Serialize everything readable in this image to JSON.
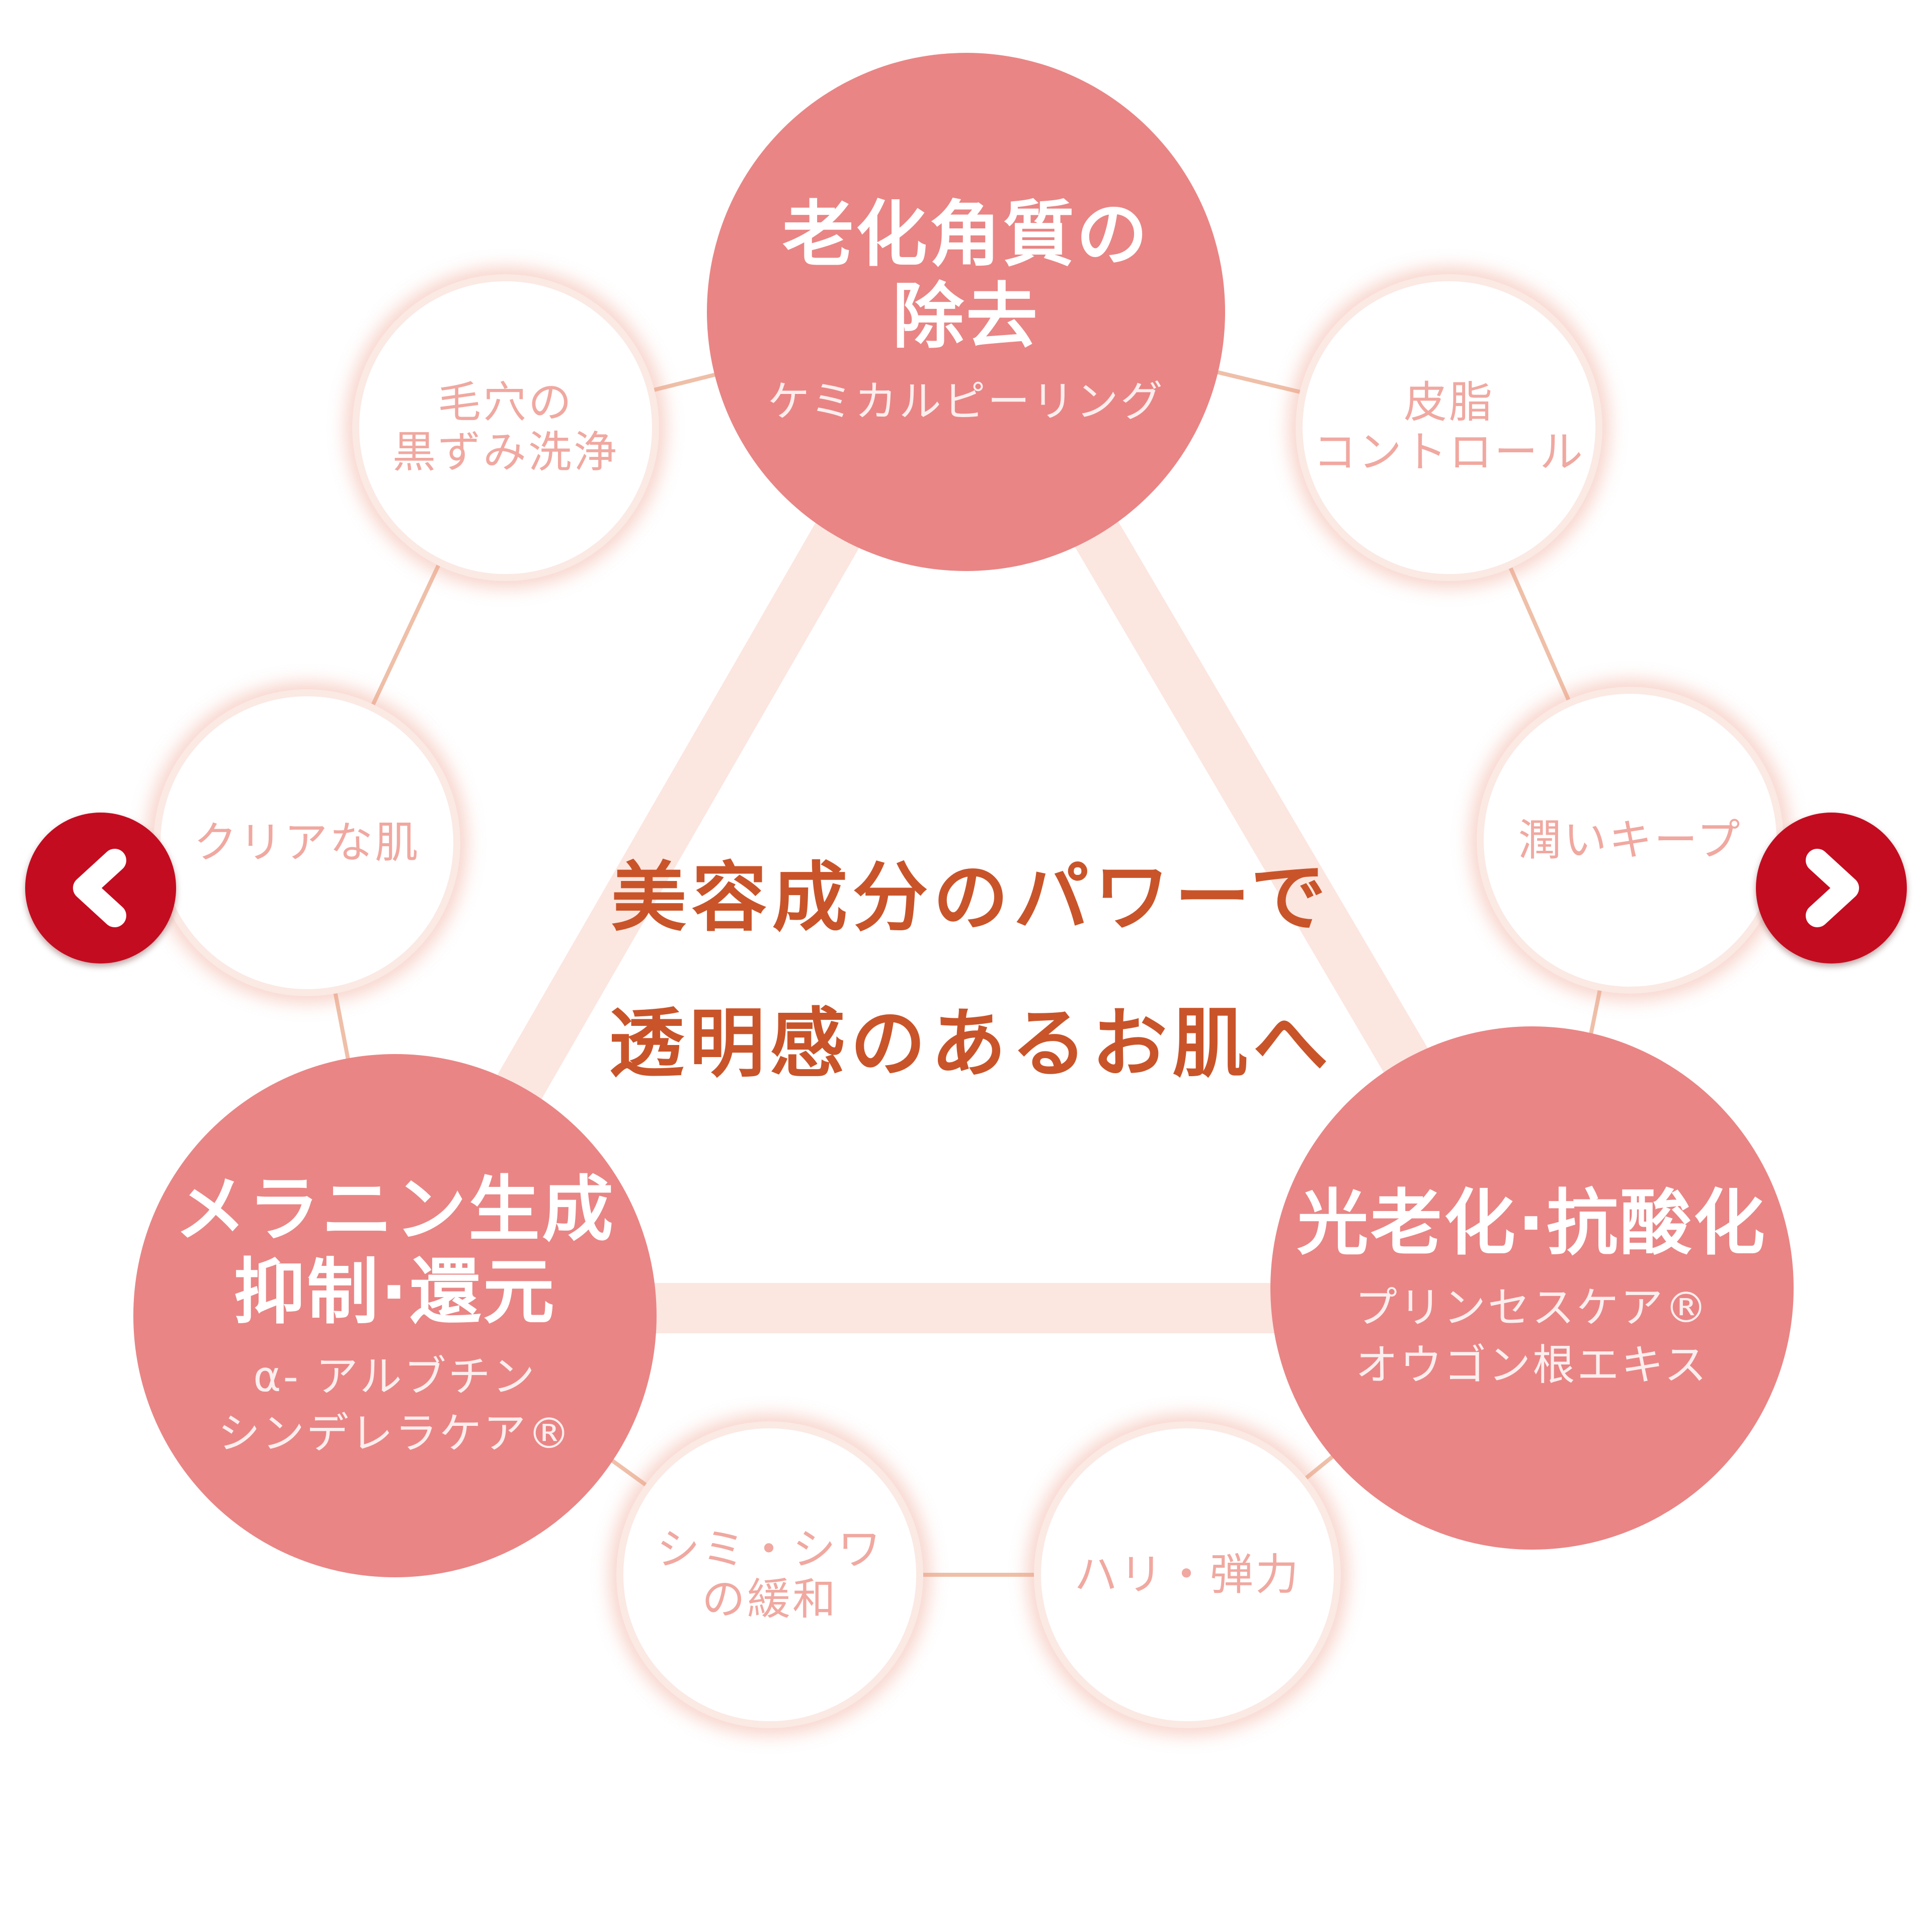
{
  "diagram": {
    "center_message": {
      "line1": "美容成分のパワーで",
      "line2": "透明感のあるお肌へ"
    },
    "main_nodes": {
      "top": {
        "title_line1": "老化角質の",
        "title_line2": "除去",
        "subtitle": "ケミカルピーリング"
      },
      "bottom_left": {
        "title_line1": "メラニン生成",
        "title_line2": "抑制·還元",
        "subtitle_line1": "α- アルブチン",
        "subtitle_line2": "シンデレラケア®"
      },
      "bottom_right": {
        "title": "光老化·抗酸化",
        "subtitle_line1": "プリンセスケア®",
        "subtitle_line2": "オウゴン根エキス"
      }
    },
    "benefit_nodes": {
      "pore": {
        "line1": "毛穴の",
        "line2": "黒ずみ洗浄"
      },
      "sebum": {
        "line1": "皮脂",
        "line2": "コントロール"
      },
      "clear_skin": {
        "line1": "クリアな肌"
      },
      "moisture": {
        "line1": "潤いキープ"
      },
      "spots_wrinkles": {
        "line1": "シミ・シワ",
        "line2": "の緩和"
      },
      "firmness": {
        "line1": "ハリ・弾力"
      }
    },
    "navigation": {
      "prev_icon": "chevron-left-icon",
      "next_icon": "chevron-right-icon"
    }
  },
  "colors": {
    "main_node": "#ea8585",
    "benefit_node_text": "#f0a8a0",
    "center_text": "#c9542a",
    "triangle": "#fce6e0",
    "ring_line": "#efbfa8",
    "nav_button": "#c40c20"
  }
}
